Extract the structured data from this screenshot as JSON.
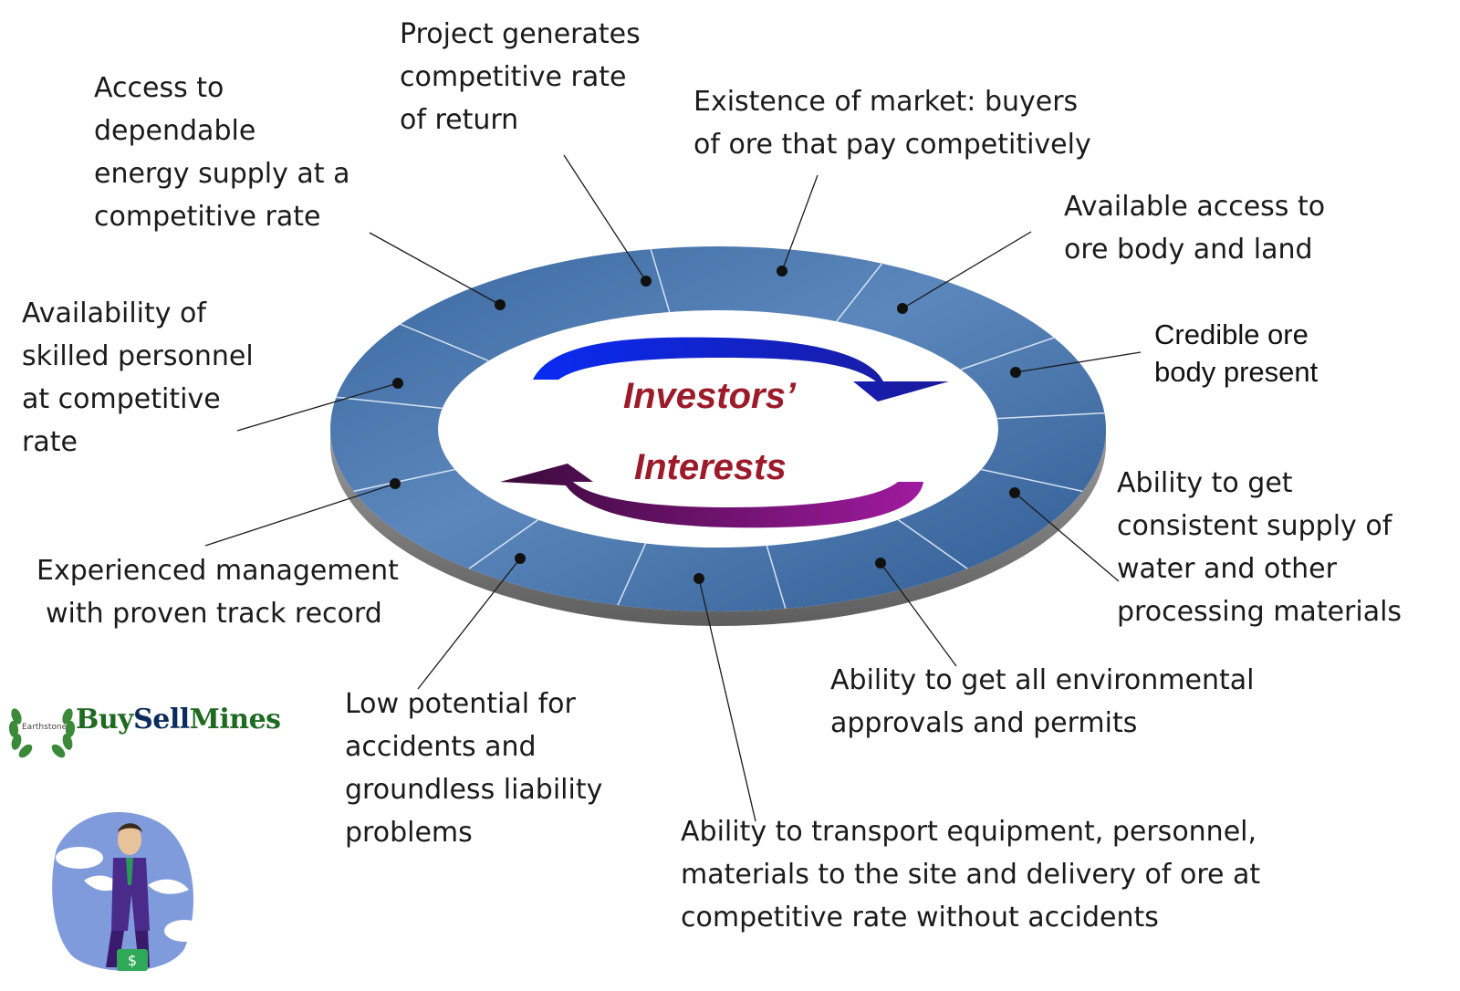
{
  "center": {
    "title_line1": "Investors’",
    "title_line2": "Interests"
  },
  "items": [
    {
      "id": "energy",
      "lines": [
        "Access to",
        "dependable",
        "energy supply at a",
        "competitive rate"
      ]
    },
    {
      "id": "return",
      "lines": [
        "Project generates",
        "competitive rate",
        "of return"
      ]
    },
    {
      "id": "market",
      "lines": [
        "Existence of market: buyers",
        "of ore that pay competitively"
      ]
    },
    {
      "id": "access",
      "lines": [
        "Available access to",
        "ore body and land"
      ]
    },
    {
      "id": "orebody",
      "lines": [
        "Credible ore",
        "body present"
      ]
    },
    {
      "id": "water",
      "lines": [
        "Ability to get",
        "consistent supply of",
        "water and other",
        "processing materials"
      ]
    },
    {
      "id": "environmental",
      "lines": [
        "Ability to get all environmental",
        "approvals and permits"
      ]
    },
    {
      "id": "transport",
      "lines": [
        "Ability to transport equipment, personnel,",
        "materials to the site and delivery of ore at",
        "competitive rate without accidents"
      ]
    },
    {
      "id": "accidents",
      "lines": [
        "Low potential for",
        "accidents and",
        "groundless liability",
        "problems"
      ]
    },
    {
      "id": "management",
      "lines": [
        "Experienced management",
        "with proven track record"
      ]
    },
    {
      "id": "personnel",
      "lines": [
        "Availability of",
        "skilled personnel",
        "at competitive",
        "rate"
      ]
    }
  ],
  "logo": {
    "brand_part1": "Buy",
    "brand_part2": "Sell",
    "brand_part3": "Mines",
    "small_text": "Earthstone"
  },
  "colors": {
    "ring_top": "#3f6fa8",
    "ring_light": "#6e97c6",
    "ring_side": "#7f7f7f",
    "arrow_top": "#1616d8",
    "arrow_bottom": "#8b1490",
    "title": "#9c1b2a"
  },
  "icons": {
    "mascot": "angel-investor-icon",
    "logo_wreath": "laurel-wreath-icon"
  }
}
